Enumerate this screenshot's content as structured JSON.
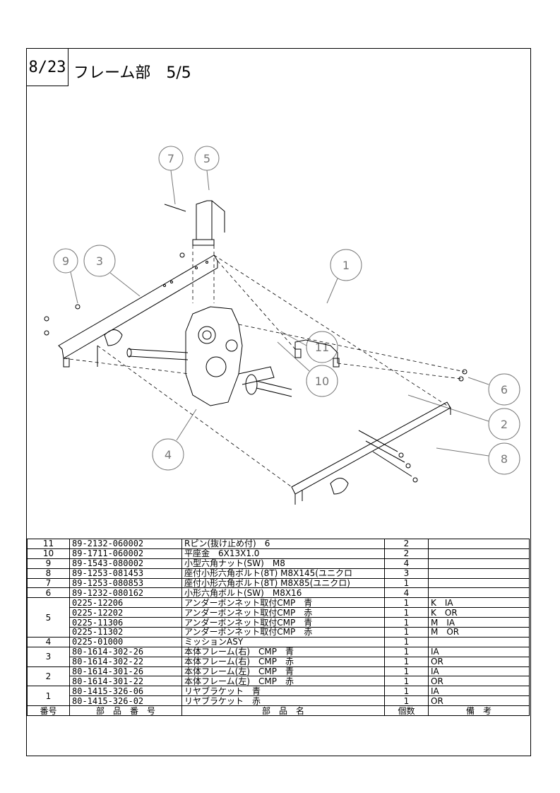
{
  "page": {
    "number": "8/23",
    "title": "フレーム部　5/5"
  },
  "diagram": {
    "callouts": [
      "7",
      "5",
      "9",
      "3",
      "1",
      "11",
      "10",
      "6",
      "2",
      "8",
      "4"
    ]
  },
  "table": {
    "headers": {
      "no": "番号",
      "part_number": "部　品　番　号",
      "name": "部　品　名",
      "qty": "個数",
      "note": "備　考"
    },
    "rows": [
      {
        "no": "11",
        "part_number": "89-2132-060002",
        "name": "Rピン(抜け止め付)　6",
        "qty": "2",
        "note": ""
      },
      {
        "no": "10",
        "part_number": "89-1711-060002",
        "name": "平座金　6X13X1.0",
        "qty": "2",
        "note": ""
      },
      {
        "no": "9",
        "part_number": "89-1543-080002",
        "name": "小型六角ナット(SW)　M8",
        "qty": "4",
        "note": ""
      },
      {
        "no": "8",
        "part_number": "89-1253-081453",
        "name": "座付小形六角ボルト(8T) M8X145(ユニクロ",
        "qty": "3",
        "note": ""
      },
      {
        "no": "7",
        "part_number": "89-1253-080853",
        "name": "座付小形六角ボルト(8T) M8X85(ユニクロ)",
        "qty": "1",
        "note": ""
      },
      {
        "no": "6",
        "part_number": "89-1232-080162",
        "name": "小形六角ボルト(SW)　M8X16",
        "qty": "4",
        "note": ""
      }
    ],
    "group5": {
      "no": "5",
      "rows": [
        {
          "part_number": "0225-12206",
          "name": "アンダーボンネット取付CMP　青",
          "qty": "1",
          "note": "K　IA"
        },
        {
          "part_number": "0225-12202",
          "name": "アンダーボンネット取付CMP　赤",
          "qty": "1",
          "note": "K　OR"
        },
        {
          "part_number": "0225-11306",
          "name": "アンダーボンネット取付CMP　青",
          "qty": "1",
          "note": "M　IA"
        },
        {
          "part_number": "0225-11302",
          "name": "アンダーボンネット取付CMP　赤",
          "qty": "1",
          "note": "M　OR"
        }
      ]
    },
    "row4": {
      "no": "4",
      "part_number": "0225-01000",
      "name": "ミッションASY",
      "qty": "1",
      "note": ""
    },
    "group3": {
      "no": "3",
      "rows": [
        {
          "part_number": "80-1614-302-26",
          "name": "本体フレーム(右)　CMP　青",
          "qty": "1",
          "note": "IA"
        },
        {
          "part_number": "80-1614-302-22",
          "name": "本体フレーム(右)　CMP　赤",
          "qty": "1",
          "note": "OR"
        }
      ]
    },
    "group2": {
      "no": "2",
      "rows": [
        {
          "part_number": "80-1614-301-26",
          "name": "本体フレーム(左)　CMP　青",
          "qty": "1",
          "note": "IA"
        },
        {
          "part_number": "80-1614-301-22",
          "name": "本体フレーム(左)　CMP　赤",
          "qty": "1",
          "note": "OR"
        }
      ]
    },
    "group1": {
      "no": "1",
      "rows": [
        {
          "part_number": "80-1415-326-06",
          "name": "リヤブラケット　青",
          "qty": "1",
          "note": "IA"
        },
        {
          "part_number": "80-1415-326-02",
          "name": "リヤブラケット　赤",
          "qty": "1",
          "note": "OR"
        }
      ]
    }
  }
}
